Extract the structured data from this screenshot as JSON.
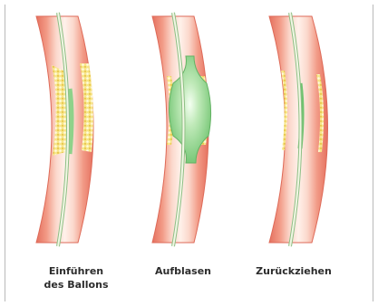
{
  "captions": [
    {
      "line1": "Einführen",
      "line2": "des Ballons"
    },
    {
      "line1": "Aufblasen",
      "line2": ""
    },
    {
      "line1": "Zurückziehen",
      "line2": ""
    }
  ],
  "colors": {
    "vessel_wall": "#ef8a78",
    "vessel_lumen": "#fce6df",
    "plaque": "#f3dc76",
    "balloon": "#9fdc9d",
    "catheter": "#f1f7e4",
    "catheter_outline": "#8fbf86",
    "frame_border": "#b9b9b9"
  },
  "panels": [
    {
      "step": "insert",
      "plaque": "intact"
    },
    {
      "step": "inflate",
      "plaque": "compressed"
    },
    {
      "step": "withdraw",
      "plaque": "flattened"
    }
  ]
}
